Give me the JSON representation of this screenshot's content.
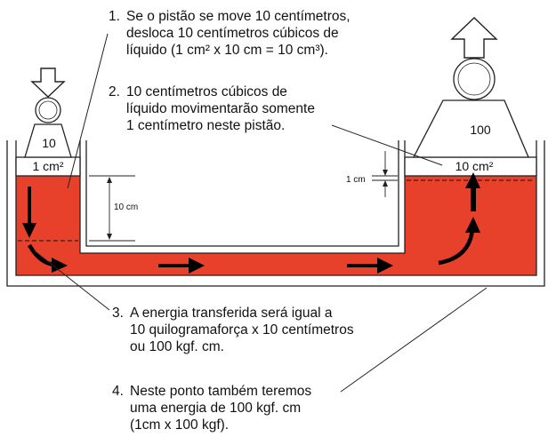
{
  "colors": {
    "fluid": "#e8412b",
    "outline": "#222222",
    "arrow": "#000000",
    "background": "#ffffff"
  },
  "icons": [
    "down-arrow-icon",
    "up-arrow-icon",
    "sphere-icon",
    "flow-arrow-icon"
  ],
  "small_piston": {
    "weight_label": "10",
    "area_label": "1 cm²"
  },
  "large_piston": {
    "weight_label": "100",
    "area_label": "10 cm²"
  },
  "dimensions": {
    "small_travel": "10 cm",
    "large_travel": "1 cm"
  },
  "notes": [
    {
      "number": "1.",
      "lines": [
        "Se o pistão se move 10 centímetros,",
        "desloca 10 centímetros cúbicos de",
        "líquido (1 cm² x 10 cm = 10 cm³)."
      ]
    },
    {
      "number": "2.",
      "lines": [
        "10 centímetros cúbicos de",
        "líquido movimentarão somente",
        "1 centímetro neste pistão."
      ]
    },
    {
      "number": "3.",
      "lines": [
        "A energia transferida será igual a",
        "10 quilogramaforça x 10 centímetros",
        "ou 100 kgf. cm."
      ]
    },
    {
      "number": "4.",
      "lines": [
        "Neste ponto também teremos",
        "uma energia de 100 kgf. cm",
        "(1cm x 100 kgf)."
      ]
    }
  ]
}
